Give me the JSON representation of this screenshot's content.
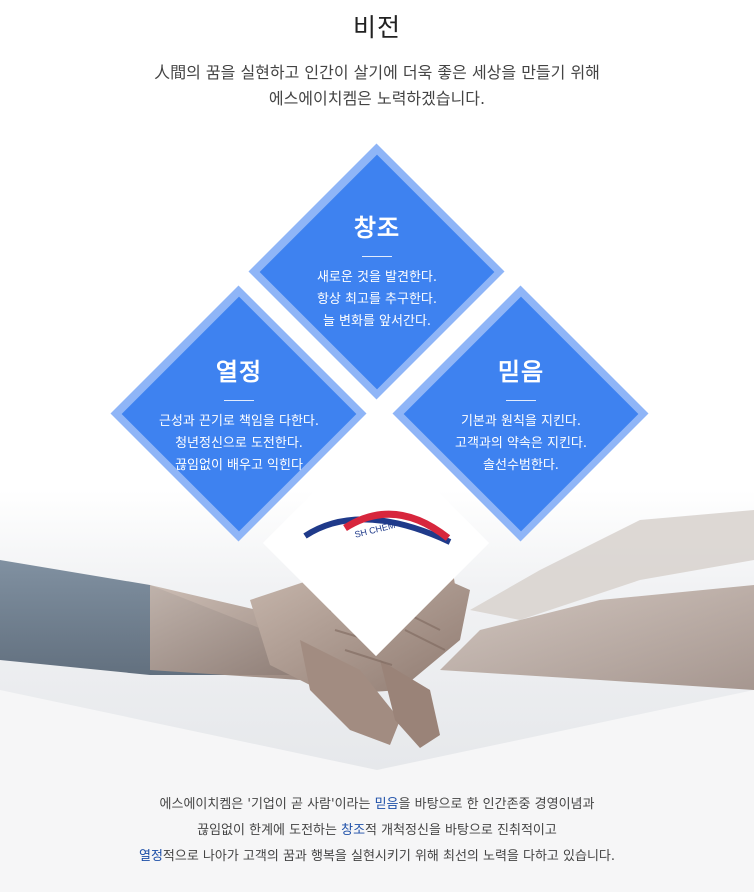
{
  "vision": {
    "title": "비전",
    "intro_lines": [
      "人間의 꿈을 실현하고 인간이 살기에 더욱 좋은 세상을 만들기 위해",
      "에스에이치켐은 노력하겠습니다."
    ]
  },
  "values": {
    "creation": {
      "title": "창조",
      "lines": [
        "새로운 것을 발견한다.",
        "항상 최고를 추구한다.",
        "늘 변화를 앞서간다."
      ]
    },
    "passion": {
      "title": "열정",
      "lines": [
        "근성과 끈기로 책임을 다한다.",
        "청년정신으로 도전한다.",
        "끊임없이 배우고 익힌다"
      ]
    },
    "trust": {
      "title": "믿음",
      "lines": [
        "기본과 원칙을 지킨다.",
        "고객과의 약속은 지킨다.",
        "솔선수범한다."
      ]
    }
  },
  "logo": {
    "text": "SH CHEM"
  },
  "summary": {
    "line1": {
      "before": "에스에이치켐은 '기업이 곧 사람'이라는 ",
      "keyword": "믿음",
      "after": "을 바탕으로 한 인간존중 경영이념과"
    },
    "line2": {
      "before": "끊임없이 한계에 도전하는 ",
      "keyword": "창조",
      "after": "적 개척정신을 바탕으로 진취적이고"
    },
    "line3": {
      "before": "",
      "keyword": "열정",
      "after": "적으로 나아가 고객의 꿈과 행복을 실현시키기 위해 최선의 노력을 다하고 있습니다."
    }
  },
  "colors": {
    "diamond_face": "#3e82f0",
    "diamond_frame": "#8fb5f7",
    "keyword": "#1d4fa8",
    "logo_red": "#d7263d",
    "logo_navy": "#1f3a8a"
  }
}
